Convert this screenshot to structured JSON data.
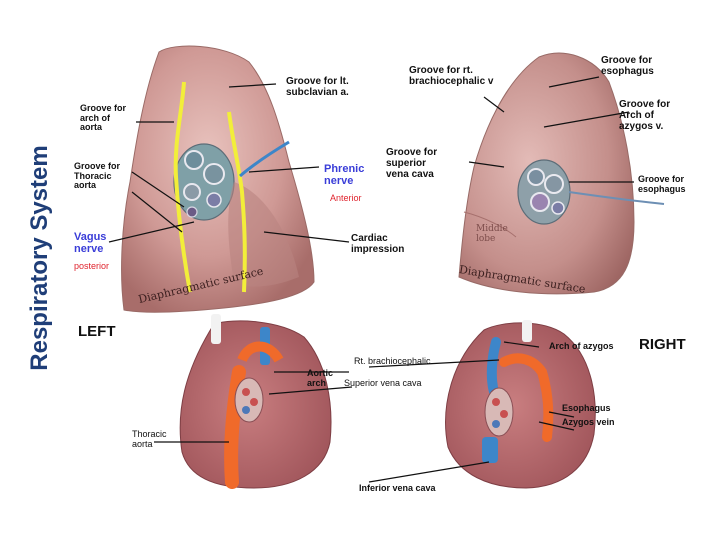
{
  "side_title": "Respiratory System",
  "labels": {
    "groove_lt_subclavian": "Groove for lt.\nsubclavian a.",
    "groove_arch_aorta": "Groove for\narch of\naorta",
    "groove_thoracic_aorta": "Groove for\nThoracic\naorta",
    "phrenic_nerve": "Phrenic\nnerve",
    "anterior": "Anterior",
    "vagus_nerve": "Vagus\nnerve",
    "posterior": "posterior",
    "cardiac_impression": "Cardiac\nimpression",
    "diaphragmatic_left": "Diaphragmatic surface",
    "groove_rt_brachiocephalic": "Groove for rt.\nbrachiocephalic v",
    "groove_esophagus_top": "Groove for\nesophagus",
    "groove_arch_azygos": "Groove for\nArch of\nazygos v.",
    "groove_svc": "Groove for\nsuperior\nvena cava",
    "groove_esophagus_right": "Groove for\nesophagus",
    "middle_lobe": "Middle\nlobe",
    "diaphragmatic_right": "Diaphragmatic surface",
    "left_title": "LEFT",
    "right_title": "RIGHT",
    "aortic_arch": "Aortic\narch",
    "superior_vena_cava": "Superior vena cava",
    "thoracic_aorta": "Thoracic\naorta",
    "rt_brachiocephalic": "Rt. brachiocephalic",
    "arch_of_azygos": "Arch of azygos",
    "esophagus": "Esophagus",
    "azygos_vein": "Azygos vein",
    "inferior_vena_cava": "Inferior vena cava"
  },
  "colors": {
    "title": "#1f3e78",
    "lung": "#c98f8c",
    "lung_dark": "#a86a68",
    "nerve_yellow": "#f2ee3a",
    "phrenic": "#3a3dd8",
    "aorta": "#f06a2a",
    "vein": "#3d86c9"
  }
}
